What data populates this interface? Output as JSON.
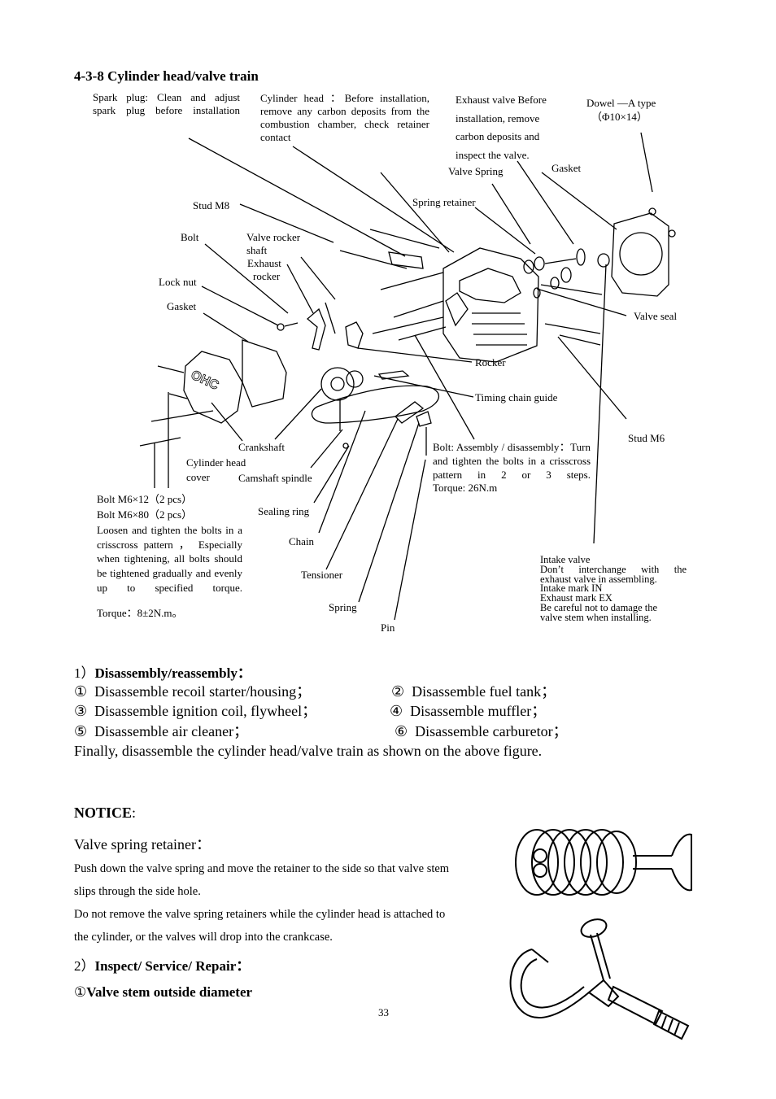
{
  "section_title": "4-3-8 Cylinder head/valve train",
  "diagram": {
    "callouts": {
      "spark_plug": "Spark plug: Clean and adjust spark plug before installation",
      "cylinder_head": "Cylinder head ：Before installation, remove any carbon deposits from the combustion chamber, check retainer contact",
      "exhaust_valve": [
        "Exhaust valve Before",
        "installation, remove",
        "carbon deposits and",
        "inspect the valve."
      ],
      "dowel_1": "Dowel —A   type",
      "dowel_2": "（Φ10×14）",
      "valve_spring": "Valve Spring",
      "gasket_top": "Gasket",
      "spring_retainer": "Spring retainer",
      "stud_m8": "Stud M8",
      "bolt": "Bolt",
      "valve_rocker_shaft_1": "Valve  rocker",
      "valve_rocker_shaft_2": "shaft",
      "exhaust_rocker_1": "Exhaust",
      "exhaust_rocker_2": "rocker",
      "lock_nut": "Lock nut",
      "gasket_left": "Gasket",
      "valve_seal": "Valve seal",
      "rocker": "Rocker",
      "timing_chain_guide": "Timing chain guide",
      "stud_m6": "Stud M6",
      "crankshaft": "Crankshaft",
      "cylinder_head_cover_1": "Cylinder head",
      "cylinder_head_cover_2": "cover",
      "camshaft_spindle": "Camshaft spindle",
      "bolt_note": "Bolt: Assembly  / disassembly：Turn and tighten the bolts in a crisscross pattern in 2 or 3 steps.",
      "bolt_torque": "Torque: 26N.m",
      "bolt_m6x12": "Bolt M6×12（2 pcs）",
      "bolt_m6x80": "Bolt M6×80（2 pcs）",
      "loosen_note": "Loosen and tighten the bolts in a crisscross pattern ， Especially when tightening, all bolts should be tightened gradually and evenly up to specified torque.",
      "cover_torque": "Torque：8±2N.m。",
      "sealing_ring": "Sealing ring",
      "chain": "Chain",
      "tensioner": "Tensioner",
      "spring": "Spring",
      "pin": "Pin",
      "intake_valve": [
        "Intake valve",
        "Don’t  interchange  with  the",
        "exhaust valve in assembling.",
        "Intake mark IN",
        "Exhaust mark EX",
        "Be careful not to damage the",
        "valve stem when installing."
      ],
      "cover_logo": "OHC"
    }
  },
  "disassembly": {
    "heading_num": "1）",
    "heading": "Disassembly/reassembly：",
    "steps": [
      {
        "num": "①",
        "text": "Disassemble recoil starter/housing；"
      },
      {
        "num": "②",
        "text": "Disassemble fuel tank；"
      },
      {
        "num": "③",
        "text": "Disassemble ignition coil, flywheel；"
      },
      {
        "num": "④",
        "text": "Disassemble muffler；"
      },
      {
        "num": "⑤",
        "text": "Disassemble air cleaner；"
      },
      {
        "num": "⑥",
        "text": "Disassemble carburetor；"
      }
    ],
    "finally": "Finally, disassemble the cylinder head/valve train as shown on the above figure."
  },
  "notice": {
    "title": "NOTICE",
    "colon": ":",
    "subtitle": "Valve spring retainer：",
    "p1a": "Push down the valve spring and move the retainer to the side so that valve stem",
    "p1b": "slips through the side hole.",
    "p2a": "Do not remove the valve spring retainers while the cylinder head is attached to",
    "p2b": "the cylinder, or the valves will drop into the crankcase."
  },
  "inspect": {
    "heading_num": "2）",
    "heading": "Inspect/ Service/ Repair：",
    "sub_num": "①",
    "sub": "Valve stem outside diameter"
  },
  "page_number": "33"
}
